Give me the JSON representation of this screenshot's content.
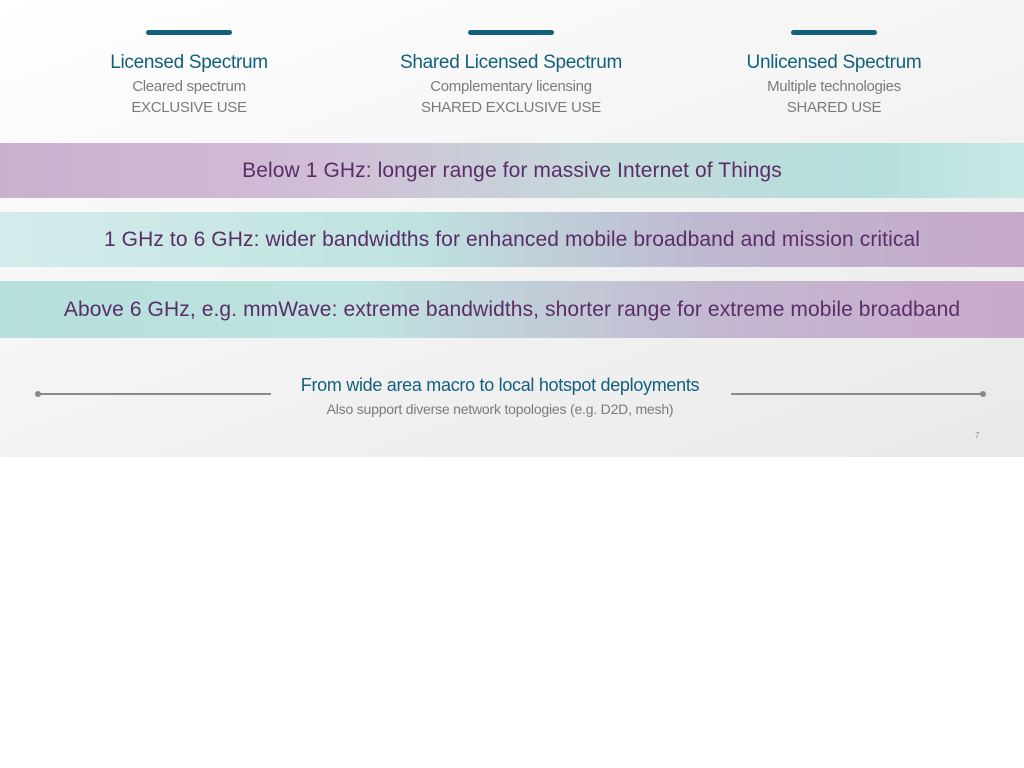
{
  "colors": {
    "accent": "#13607c",
    "band_text": "#5a2d68",
    "muted": "#7b7b7b"
  },
  "columns": [
    {
      "title": "Licensed Spectrum",
      "subtitle": "Cleared spectrum",
      "usage": "EXCLUSIVE USE"
    },
    {
      "title": "Shared Licensed Spectrum",
      "subtitle": "Complementary licensing",
      "usage": "SHARED EXCLUSIVE USE"
    },
    {
      "title": "Unlicensed Spectrum",
      "subtitle": "Multiple technologies",
      "usage": "SHARED USE"
    }
  ],
  "bands": [
    "Below 1 GHz: longer range for massive Internet of Things",
    "1 GHz to 6 GHz: wider bandwidths for enhanced mobile broadband and mission critical",
    "Above 6 GHz, e.g. mmWave: extreme bandwidths, shorter range for extreme mobile broadband"
  ],
  "footer": {
    "title": "From wide area macro to local hotspot deployments",
    "subtitle": "Also support diverse network topologies (e.g. D2D, mesh)"
  },
  "page_number": "7"
}
